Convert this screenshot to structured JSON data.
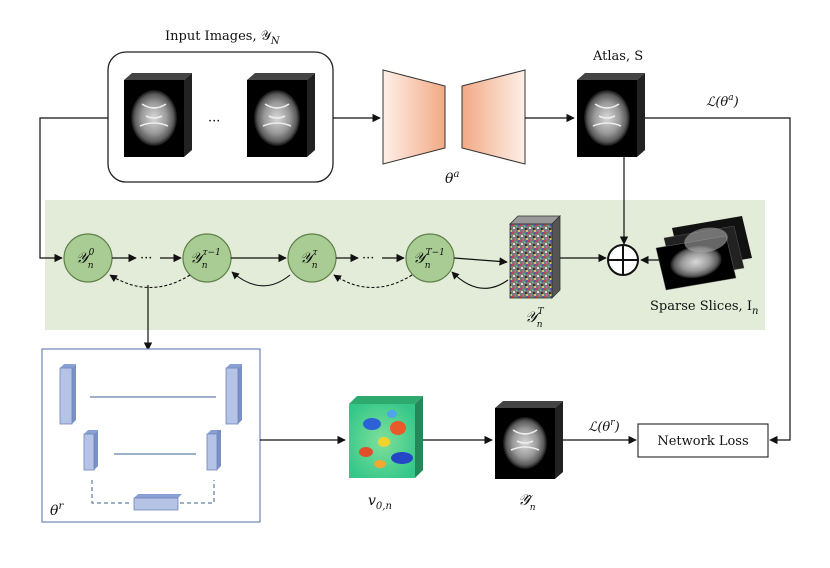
{
  "input": {
    "label": "Input Images, 𝒴",
    "sub": "N",
    "ellipsis": "···"
  },
  "encoder": {
    "label": "θ",
    "sup": "a"
  },
  "atlas": {
    "label": "Atlas, S"
  },
  "atlas_loss": {
    "label": "ℒ(θ",
    "sup": "a",
    "close": ")"
  },
  "chain": {
    "nodes": [
      {
        "base": "𝒴",
        "sub": "n",
        "sup": "0"
      },
      {
        "base": "𝒴",
        "sub": "n",
        "sup": "τ−1"
      },
      {
        "base": "𝒴",
        "sub": "n",
        "sup": "τ"
      },
      {
        "base": "𝒴",
        "sub": "n",
        "sup": "T−1"
      }
    ],
    "dots": "···"
  },
  "noise": {
    "base": "𝒴",
    "sub": "n",
    "sup": "T"
  },
  "sparse": {
    "label": "Sparse Slices, I",
    "sub": "n"
  },
  "unet": {
    "label": "θ",
    "sup": "r"
  },
  "velocity": {
    "label": "v",
    "sub": "0,n"
  },
  "output": {
    "label": "𝒴̂",
    "sub": "n"
  },
  "recon_loss": {
    "label": "ℒ(θ",
    "sup": "r",
    "close": ")"
  },
  "network_loss": {
    "label": "Network Loss"
  },
  "colors": {
    "panel_green": "#e3ecd9",
    "node_fill": "#a9cc94",
    "node_stroke": "#5d7f48",
    "unet_block": "#b4c3e6",
    "unet_border": "#6e86b8",
    "encoder_fill": "#f4b69a"
  }
}
